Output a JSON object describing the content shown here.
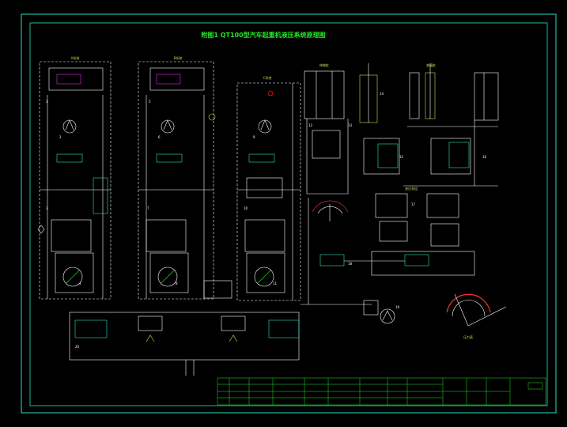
{
  "title": "附图1 QT100型汽车起重机液压系统原理图",
  "colors": {
    "background": "#000000",
    "frame": "#27e3c0",
    "line": "#ffffff",
    "label": "#d8d850",
    "title": "#27e327",
    "red": "#ff3030",
    "green": "#27e327",
    "cyan": "#27e3c0",
    "magenta": "#e030e0"
  },
  "circuits": {
    "left": {
      "label": "A系统"
    },
    "mid": {
      "label": "B系统"
    },
    "right": {
      "label": "C系统"
    },
    "cyl1": {
      "label": "伸缩缸"
    },
    "cyl2": {
      "label": "变幅缸"
    },
    "pump_area": {
      "label": "液压泵组"
    },
    "gauge": {
      "label": "压力表"
    }
  },
  "marks": {
    "m1": "1",
    "m2": "2",
    "m3": "3",
    "m4": "4",
    "m5": "5",
    "m6": "6",
    "m7": "7",
    "m8": "8",
    "m9": "9",
    "m10": "10",
    "m11": "11",
    "m12": "12",
    "m13": "13",
    "m14": "14",
    "m15": "15",
    "m16": "16",
    "m17": "17",
    "m18": "18",
    "m19": "19",
    "m20": "20"
  },
  "icons": {
    "pump": "pump-circle-icon",
    "valve": "valve-block-icon",
    "filter": "filter-diamond-icon",
    "tank": "tank-icon",
    "gauge": "gauge-dial-icon"
  }
}
